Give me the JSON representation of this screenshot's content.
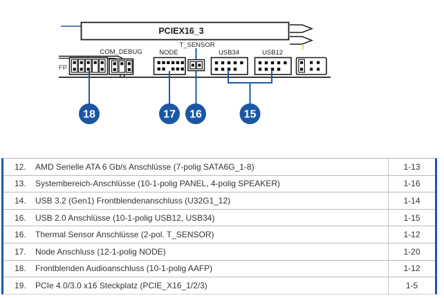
{
  "diagram": {
    "pcie_slot_label": "PCIEX16_3",
    "labels": {
      "aafp": "FP",
      "com_debug": "COM_DEBUG",
      "node": "NODE",
      "t_sensor": "T_SENSOR",
      "usb34": "USB34",
      "usb12": "USB12"
    },
    "callouts": [
      {
        "number": "18"
      },
      {
        "number": "17"
      },
      {
        "number": "16"
      },
      {
        "number": "15"
      }
    ],
    "accent_color": "#1a57a5"
  },
  "table": {
    "rows": [
      {
        "num": "12.",
        "desc": "AMD Serielle ATA 6 Gb/s Anschlüsse (7-polig SATA6G_1-8)",
        "page": "1-13"
      },
      {
        "num": "13.",
        "desc": "Systembereich-Anschlüsse (10-1-polig PANEL, 4-polig SPEAKER)",
        "page": "1-16"
      },
      {
        "num": "14.",
        "desc": "USB 3.2 (Gen1) Frontblendenanschluss (U32G1_12)",
        "page": "1-14"
      },
      {
        "num": "16.",
        "desc": "USB 2.0 Anschlüsse (10-1-polig USB12, USB34)",
        "page": "1-15"
      },
      {
        "num": "16.",
        "desc": "Thermal Sensor Anschlüsse (2-pol. T_SENSOR)",
        "page": "1-12"
      },
      {
        "num": "17.",
        "desc": "Node Anschluss (12-1-polig NODE)",
        "page": "1-20"
      },
      {
        "num": "18.",
        "desc": "Frontblenden Audioanschluss (10-1-polig AAFP)",
        "page": "1-12"
      },
      {
        "num": "19.",
        "desc": "PCIe 4.0/3.0 x16 Steckplatz (PCIE_X16_1/2/3)",
        "page": "1-5"
      }
    ]
  }
}
